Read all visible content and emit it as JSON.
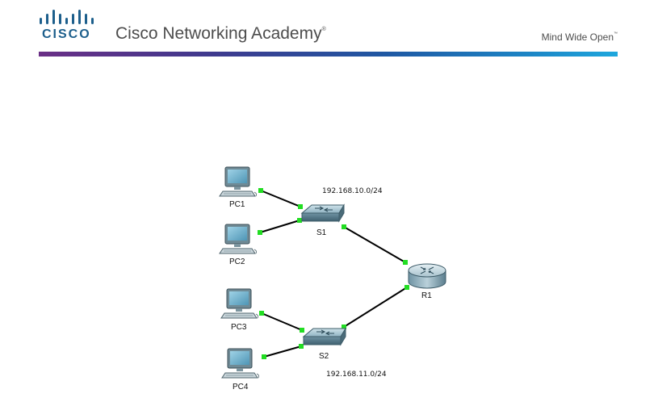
{
  "header": {
    "logo_text": "CISCO",
    "title": "Cisco Networking Academy",
    "title_mark": "®",
    "tagline": "Mind Wide Open",
    "tagline_mark": "™"
  },
  "topology": {
    "devices": [
      {
        "id": "PC1",
        "label": "PC1",
        "kind": "pc-icon"
      },
      {
        "id": "PC2",
        "label": "PC2",
        "kind": "pc-icon"
      },
      {
        "id": "PC3",
        "label": "PC3",
        "kind": "pc-icon"
      },
      {
        "id": "PC4",
        "label": "PC4",
        "kind": "pc-icon"
      },
      {
        "id": "S1",
        "label": "S1",
        "kind": "switch-icon"
      },
      {
        "id": "S2",
        "label": "S2",
        "kind": "switch-icon"
      },
      {
        "id": "R1",
        "label": "R1",
        "kind": "router-icon"
      }
    ],
    "networks": [
      "192.168.10.0/24",
      "192.168.11.0/24"
    ],
    "links": [
      [
        "PC1",
        "S1"
      ],
      [
        "PC2",
        "S1"
      ],
      [
        "PC3",
        "S2"
      ],
      [
        "PC4",
        "S2"
      ],
      [
        "S1",
        "R1"
      ],
      [
        "S2",
        "R1"
      ]
    ],
    "link_status_color": "#22dd22"
  }
}
